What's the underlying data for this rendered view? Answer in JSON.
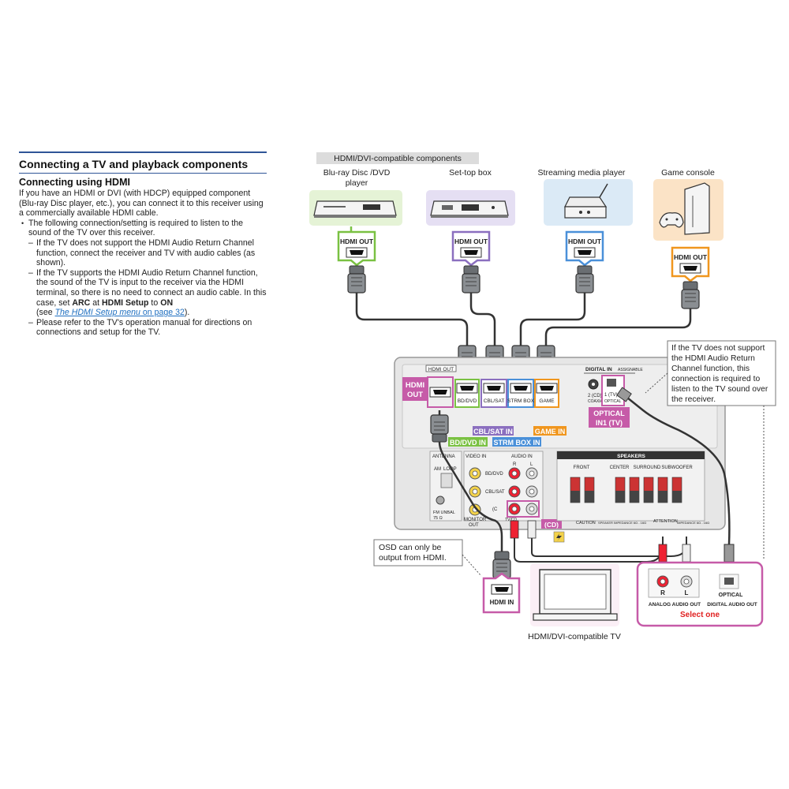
{
  "section": {
    "title": "Connecting a TV and playback components",
    "subtitle": "Connecting using HDMI",
    "intro": "If you have an HDMI or DVI (with HDCP) equipped component (Blu-ray Disc player, etc.), you can connect it to this receiver using a commercially available HDMI cable.",
    "bullet": "The following connection/setting is required to listen to the sound of the TV over this receiver.",
    "sub1": "If the TV does not support the HDMI Audio Return Channel function, connect the receiver and TV with audio cables (as shown).",
    "sub2_pre": "If the TV supports the HDMI Audio Return Channel function, the sound of the TV is input to the receiver via the HDMI terminal, so there is no need to connect an audio cable. In this case, set ",
    "sub2_arc": "ARC",
    "sub2_at": " at ",
    "sub2_setup": "HDMI Setup",
    "sub2_to": " to ",
    "sub2_on": "ON",
    "sub2_see": "(see ",
    "sub2_link": "The HDMI Setup menu",
    "sub2_on_page": " on page 32",
    "sub2_end": ").",
    "sub3": "Please refer to the TV's operation manual for directions on connections and setup for the TV."
  },
  "diagram": {
    "components_header": "HDMI/DVI-compatible components",
    "device_bluray_1": "Blu-ray Disc /DVD",
    "device_bluray_2": "player",
    "device_stb": "Set-top box",
    "device_streaming": "Streaming media player",
    "device_game": "Game console",
    "hdmi_out": "HDMI  OUT",
    "receiver": {
      "hdmi_out_port": "HDMI OUT",
      "hdmi_out_tag_1": "HDMI",
      "hdmi_out_tag_2": "OUT",
      "port_bd": "BD/DVD",
      "port_cbl": "CBL/SAT",
      "port_strm": "STRM BOX",
      "port_game": "GAME",
      "bd_in": "BD/DVD IN",
      "cbl_in": "CBL/SAT IN",
      "strm_in": "STRM BOX IN",
      "game_in": "GAME IN",
      "digital_in": "DIGITAL IN",
      "assignable": "ASSIGNABLE",
      "coaxial": "COAXIAL",
      "optical": "OPTICAL",
      "coax_num": "2 (CD)",
      "opt_num": "1 (TV)",
      "optical_in_1": "OPTICAL",
      "optical_in_2": "IN1 (TV)",
      "antenna": "ANTENNA",
      "am": "AM",
      "loop": "LOOP",
      "fm_1": "FM UNBAL",
      "fm_2": "75 Ω",
      "video_in": "VIDEO IN",
      "audio_in": "AUDIO IN",
      "r": "R",
      "l": "L",
      "audio_bd": "BD/DVD",
      "audio_cbl": "CBL/SAT",
      "audio_c": "(C",
      "tv_label": "TV/CD",
      "monitor_1": "MONITOR",
      "monitor_2": "OUT",
      "cd_tag": "(CD)",
      "speakers": "SPEAKERS",
      "front": "FRONT",
      "center": "CENTER",
      "surround": "SURROUND",
      "subwoofer": "SUBWOOFER",
      "caution": "CAUTION",
      "speaker_impedance": "SPEAKER IMPEDANCE 6Ω - 16Ω",
      "attention": "ATTENTION",
      "attention_2": "IMPEDANCE 6Ω - 16Ω"
    },
    "note_arc": [
      "If the TV does not support",
      "the HDMI Audio Return",
      "Channel function, this",
      "connection is required to",
      "listen to the TV sound over",
      "the receiver."
    ],
    "note_osd": [
      "OSD can only be",
      "output from HDMI."
    ],
    "hdmi_in": "HDMI IN",
    "tv_label": "HDMI/DVI-compatible TV",
    "r": "R",
    "l": "L",
    "optical": "OPTICAL",
    "analog_out": "ANALOG AUDIO OUT",
    "digital_out": "DIGITAL AUDIO OUT",
    "select_one": "Select one"
  },
  "colors": {
    "heading_rule": "#2f5597",
    "link": "#1f6fc0",
    "green": "#7ac142",
    "purple": "#8b6fbf",
    "blue": "#4a90d9",
    "orange": "#f0961e",
    "magenta": "#c65ba8",
    "red_text": "#e02020"
  }
}
